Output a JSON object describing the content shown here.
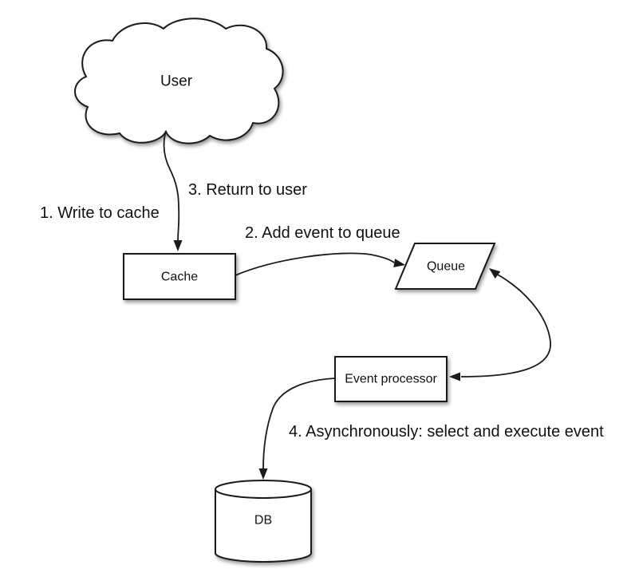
{
  "diagram": {
    "background": "#ffffff",
    "stroke_color": "#1a1a1a",
    "text_color": "#111111",
    "nodes": [
      {
        "id": "user",
        "shape": "cloud",
        "label": "User"
      },
      {
        "id": "cache",
        "shape": "rectangle",
        "label": "Cache"
      },
      {
        "id": "queue",
        "shape": "parallelogram",
        "label": "Queue"
      },
      {
        "id": "event-processor",
        "shape": "rectangle",
        "label": "Event processor"
      },
      {
        "id": "db",
        "shape": "cylinder",
        "label": "DB"
      }
    ],
    "edge_labels": [
      {
        "id": "step-1",
        "text": "1. Write to cache"
      },
      {
        "id": "step-2",
        "text": "2. Add event to queue"
      },
      {
        "id": "step-3",
        "text": "3. Return to user"
      },
      {
        "id": "step-4",
        "text": "4. Asynchronously: select and execute event"
      }
    ],
    "edges": [
      {
        "from": "user",
        "to": "cache",
        "direction": "one-way"
      },
      {
        "from": "cache",
        "to": "queue",
        "direction": "one-way"
      },
      {
        "from": "event-processor",
        "to": "queue",
        "direction": "two-way"
      },
      {
        "from": "event-processor",
        "to": "db",
        "direction": "one-way"
      }
    ]
  }
}
